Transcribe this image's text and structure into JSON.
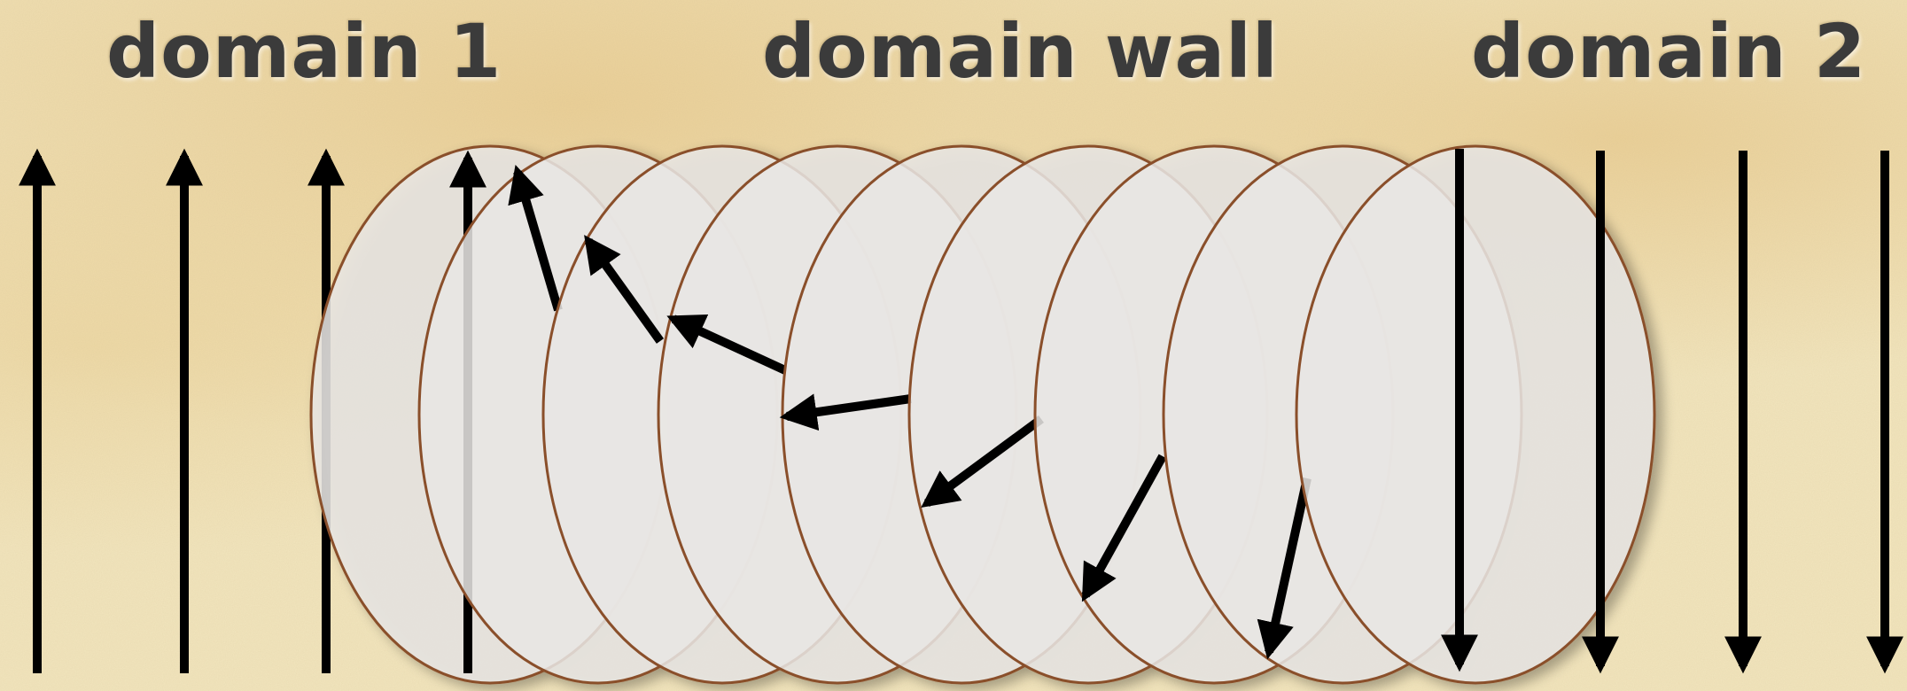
{
  "labels": {
    "domain1": "domain 1",
    "domain_wall": "domain wall",
    "domain2": "domain 2"
  },
  "colors": {
    "background": "#f1e3b8",
    "arrow": "#000000",
    "disk_fill": "#e9e7e4",
    "disk_edge": "#8a4f2c",
    "label_text": "#3b3b3b"
  },
  "spin_orientation_note_units": "degrees from vertical-up, clockwise",
  "domain1_spins": [
    {
      "direction": "up",
      "angle_deg": 0
    },
    {
      "direction": "up",
      "angle_deg": 0
    },
    {
      "direction": "up",
      "angle_deg": 0
    }
  ],
  "wall_spins": [
    {
      "angle_deg": 0
    },
    {
      "angle_deg": -18
    },
    {
      "angle_deg": -40
    },
    {
      "angle_deg": -63
    },
    {
      "angle_deg": -82
    },
    {
      "angle_deg": -127
    },
    {
      "angle_deg": -150
    },
    {
      "angle_deg": -165
    },
    {
      "angle_deg": 180
    }
  ],
  "domain2_spins": [
    {
      "direction": "down",
      "angle_deg": 180
    },
    {
      "direction": "down",
      "angle_deg": 180
    },
    {
      "direction": "down",
      "angle_deg": 180
    }
  ]
}
